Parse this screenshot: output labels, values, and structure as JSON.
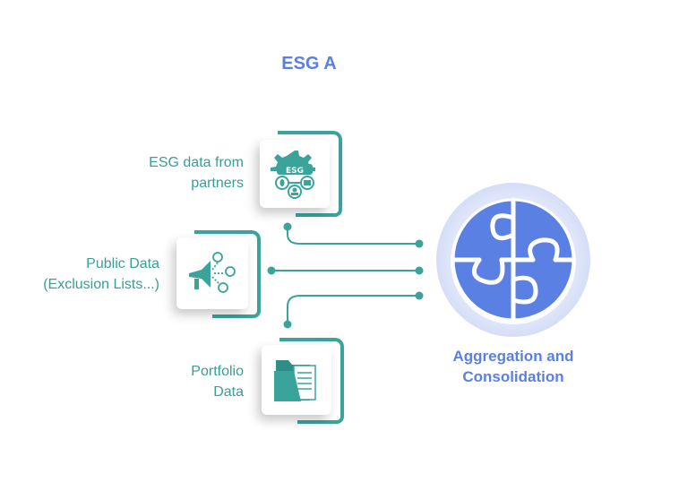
{
  "title": "ESG A",
  "sources": [
    {
      "label_line1": "ESG data from",
      "label_line2": "partners",
      "icon": "esg-gear-icon",
      "icon_text": "ESG"
    },
    {
      "label_line1": "Public Data",
      "label_line2": "(Exclusion Lists...)",
      "icon": "megaphone-icon"
    },
    {
      "label_line1": "Portfolio",
      "label_line2": "Data",
      "icon": "folder-icon"
    }
  ],
  "target": {
    "label_line1": "Aggregation and",
    "label_line2": "Consolidation",
    "icon": "puzzle-icon"
  },
  "colors": {
    "teal": "#3aa39a",
    "blue": "#5b80e4"
  }
}
